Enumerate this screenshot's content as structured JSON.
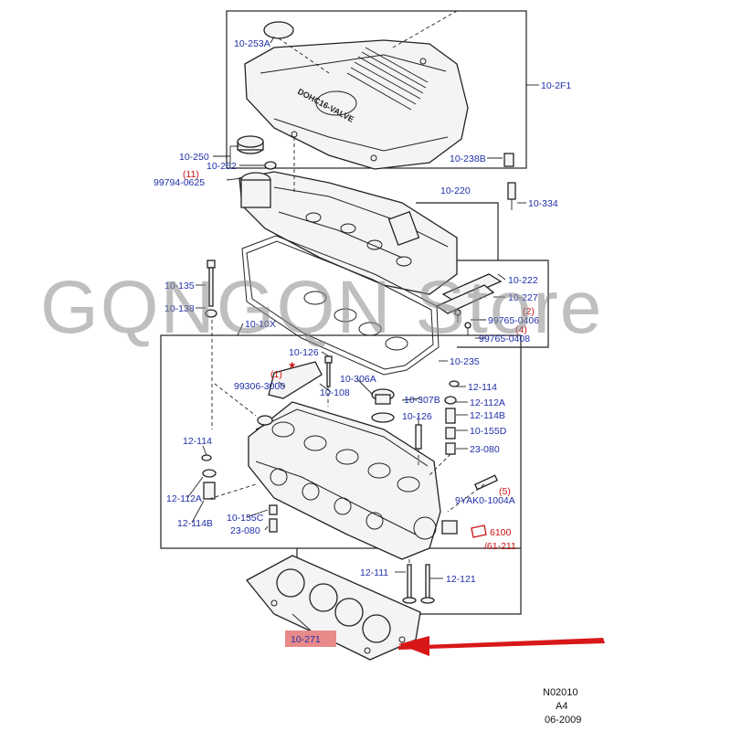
{
  "diagram": {
    "cover_text": "DOHC16-VALVE",
    "watermark": "GQNGQN Store",
    "labels": {
      "p10_253A": "10-253A",
      "p10_2F1": "10-2F1",
      "p10_250": "10-250",
      "p10_252": "10-252",
      "ref11": "(11)",
      "p99794": "99794-0625",
      "p10_238B": "10-238B",
      "p10_334": "10-334",
      "p10_220": "10-220",
      "p10_222": "10-222",
      "p10_227": "10-227",
      "ref2": "(2)",
      "p99765a": "99765-0406",
      "ref4": "(4)",
      "p99765b": "99765-0408",
      "p10_135": "10-135",
      "p10_138": "10-138",
      "p10_10X": "10-10X",
      "p10_235": "10-235",
      "p10_126a": "10-126",
      "ref1": "(1)",
      "star": "★",
      "p99306": "99306-3000",
      "p10_108": "10-108",
      "p10_306A": "10-306A",
      "p10_307B": "10-307B",
      "p10_126b": "10-126",
      "p12_114a": "12-114",
      "p12_112Aa": "12-112A",
      "p12_114Ba": "12-114B",
      "p10_155D": "10-155D",
      "p23_080a": "23-080",
      "p12_114b": "12-114",
      "ref5": "(5)",
      "p9YAK0": "9YAK0-1004A",
      "p12_112Ab": "12-112A",
      "p10_155C": "10-155C",
      "p12_114Bb": "12-114B",
      "p23_080b": "23-080",
      "p6100": "6100",
      "p61_211": "/61-211",
      "p12_111": "12-111",
      "p12_121": "12-121",
      "p10_271": "10-271"
    },
    "footer": {
      "code": "N02010",
      "sheet": "A4",
      "date": "06-2009"
    }
  },
  "colors": {
    "label": "#1f2fa8",
    "callout": "#cc1111",
    "highlight": "#e98a8a",
    "arrow": "#d81818"
  }
}
